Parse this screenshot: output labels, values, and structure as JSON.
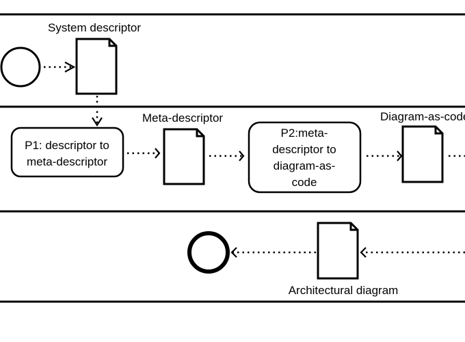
{
  "lanes": [
    "lane-1",
    "lane-2",
    "lane-3"
  ],
  "artifacts": {
    "system_descriptor": "System descriptor",
    "meta_descriptor": "Meta-descriptor",
    "diagram_as_code": "Diagram-as-code",
    "architectural_diagram": "Architectural diagram"
  },
  "tasks": {
    "p1": [
      "P1: descriptor to",
      "meta-descriptor"
    ],
    "p2": [
      "P2:meta-",
      "descriptor to",
      "diagram-as-",
      "code"
    ]
  },
  "colors": {
    "stroke": "#000000",
    "background": "#ffffff"
  }
}
